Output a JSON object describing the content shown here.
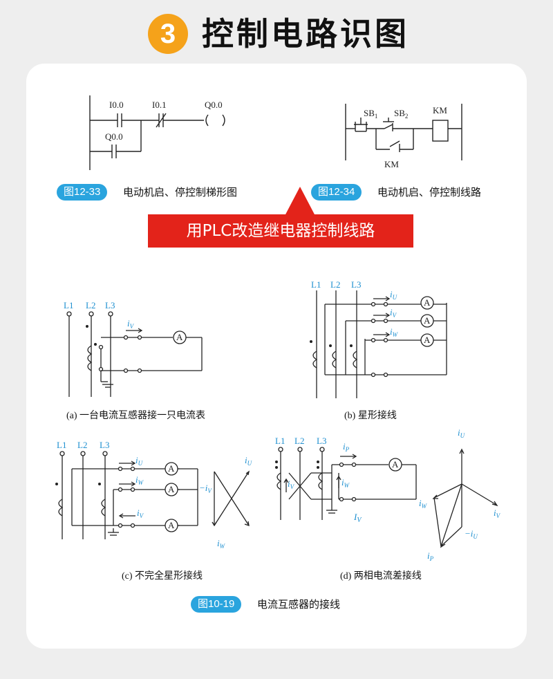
{
  "header": {
    "number": "3",
    "title": "控制电路识图"
  },
  "fig1": {
    "badge": "图12-33",
    "caption": "电动机启、停控制梯形图",
    "i00": "I0.0",
    "i01": "I0.1",
    "q00_coil": "Q0.0",
    "q00_contact": "Q0.0",
    "coil_symbol": "( )"
  },
  "fig2": {
    "badge": "图12-34",
    "caption": "电动机启、停控制线路",
    "sb": "SB",
    "sb1_sub": "1",
    "sb2_sub": "2",
    "km_coil": "KM",
    "km_contact": "KM"
  },
  "banner": {
    "text": "用PLC改造继电器控制线路"
  },
  "fig3": {
    "badge": "图10-19",
    "caption": "电流互感器的接线",
    "line_labels": [
      "L1",
      "L2",
      "L3"
    ],
    "ammeter": "A",
    "i": "i",
    "sub_u": "U",
    "sub_v": "V",
    "sub_w": "W",
    "sub_p": "P",
    "minus": "−",
    "iv_big": "I",
    "cap_a": "(a) 一台电流互感器接一只电流表",
    "cap_b": "(b) 星形接线",
    "cap_c": "(c) 不完全星形接线",
    "cap_d": "(d) 两相电流差接线"
  }
}
